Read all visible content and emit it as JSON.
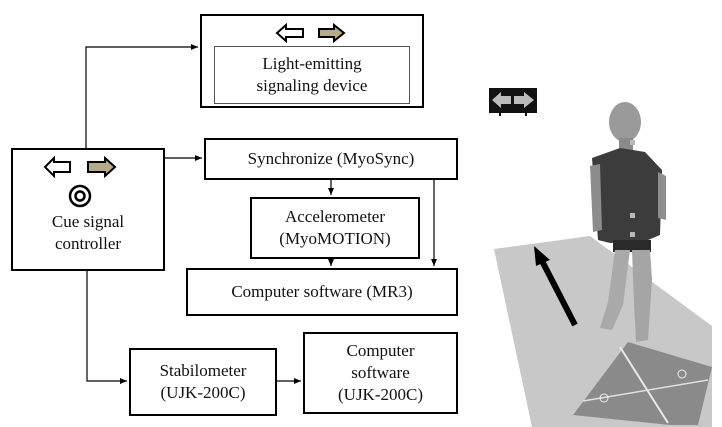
{
  "diagram": {
    "nodes": {
      "light_device": {
        "line1": "Light-emitting",
        "line2": "signaling device"
      },
      "cue_controller": {
        "line1": "Cue signal",
        "line2": "controller"
      },
      "synchronize": {
        "label": "Synchronize (MyoSync)"
      },
      "accelerometer": {
        "line1": "Accelerometer",
        "line2": "(MyoMOTION)"
      },
      "mr3": {
        "label": "Computer software (MR3)"
      },
      "stabilometer": {
        "line1": "Stabilometer",
        "line2": "(UJK-200C)"
      },
      "ujk_software": {
        "line1": "Computer",
        "line2": "software",
        "line3": "(UJK-200C)"
      }
    },
    "edges": [
      {
        "from": "cue_controller",
        "to": "light_device"
      },
      {
        "from": "cue_controller",
        "to": "synchronize"
      },
      {
        "from": "synchronize",
        "to": "accelerometer"
      },
      {
        "from": "synchronize",
        "to": "mr3"
      },
      {
        "from": "accelerometer",
        "to": "mr3"
      },
      {
        "from": "cue_controller",
        "to": "stabilometer"
      },
      {
        "from": "stabilometer",
        "to": "ujk_software"
      }
    ],
    "icons": {
      "left_arrow": "left-arrow-outline",
      "right_arrow": "right-arrow-filled",
      "button": "concentric-circle-button"
    },
    "colors": {
      "right_arrow_fill": "#b5ab8c",
      "floor": "#c8c8c8",
      "force_plate": "#8a8a8a",
      "shirt": "#3c3c3c"
    }
  },
  "photo": {
    "description": "Participant walking forward on a walkway onto a stabilometer plate, with a light-emitting left/right arrow display ahead and a direction arrow on the floor"
  }
}
